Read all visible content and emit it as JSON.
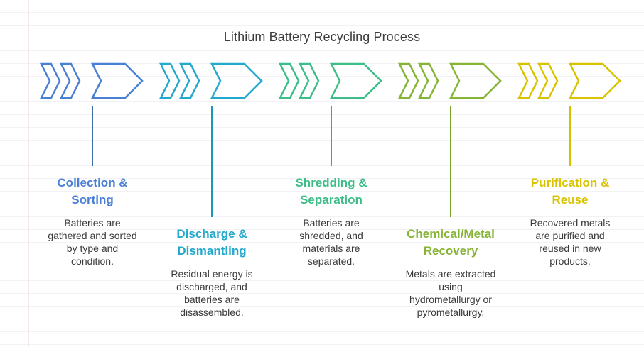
{
  "diagram": {
    "title": "Lithium Battery Recycling Process",
    "steps": [
      {
        "title_line1": "Collection &",
        "title_line2": "Sorting",
        "desc_lines": [
          "Batteries are",
          "gathered and sorted",
          "by type and",
          "condition."
        ],
        "color": "#4a7fd6",
        "line_color": "#3b6fa6",
        "position": "upper"
      },
      {
        "title_line1": "Discharge &",
        "title_line2": "Dismantling",
        "desc_lines": [
          "Residual energy is",
          "discharged, and",
          "batteries are",
          "disassembled."
        ],
        "color": "#22a9cc",
        "line_color": "#1b98b9",
        "position": "lower"
      },
      {
        "title_line1": "Shredding &",
        "title_line2": "Separation",
        "desc_lines": [
          "Batteries are",
          "shredded, and",
          "materials are",
          "separated."
        ],
        "color": "#3dbd88",
        "line_color": "#34b07d",
        "position": "upper"
      },
      {
        "title_line1": "Chemical/Metal",
        "title_line2": "Recovery",
        "desc_lines": [
          "Metals are extracted",
          "using",
          "hydrometallurgy or",
          "pyrometallurgy."
        ],
        "color": "#86b535",
        "line_color": "#76a52a",
        "position": "lower"
      },
      {
        "title_line1": "Purification &",
        "title_line2": "Reuse",
        "desc_lines": [
          "Recovered metals",
          "are purified and",
          "reused in new",
          "products."
        ],
        "color": "#d9c300",
        "line_color": "#d4c100",
        "position": "upper"
      }
    ]
  }
}
